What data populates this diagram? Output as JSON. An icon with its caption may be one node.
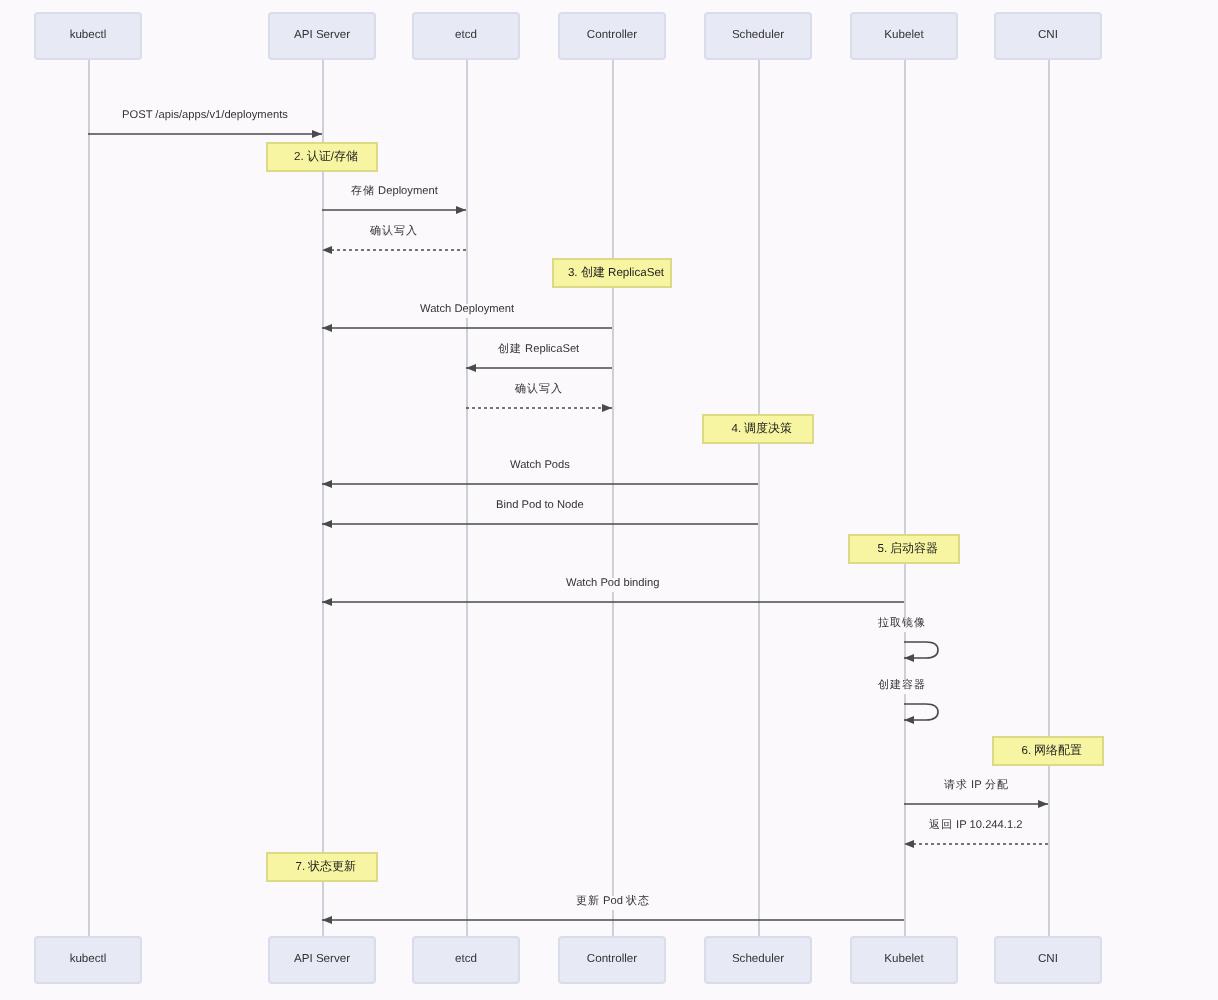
{
  "diagram": {
    "nodes": [
      {
        "text": [
          "kubectl"
        ]
      },
      {
        "text": [
          "API Server"
        ]
      },
      {
        "text": [
          "etcd"
        ]
      },
      {
        "text": [
          "Controller"
        ]
      },
      {
        "text": [
          "Scheduler"
        ]
      },
      {
        "text": [
          "Kubelet"
        ]
      },
      {
        "text": [
          "CNI"
        ]
      },
      {
        "text": [],
        "shape": "line"
      },
      {
        "text": [],
        "shape": "line"
      },
      {
        "text": [],
        "shape": "line"
      },
      {
        "text": [],
        "shape": "line"
      },
      {
        "text": [],
        "shape": "line"
      },
      {
        "text": [],
        "shape": "line"
      },
      {
        "text": [],
        "shape": "line"
      },
      {
        "text": [
          "2. 认证/存储"
        ]
      },
      {
        "text": [
          "3. 创建 ReplicaSet"
        ]
      },
      {
        "text": [
          "4. 调度决策"
        ]
      },
      {
        "text": [
          "5. 启动容器"
        ]
      },
      {
        "text": [
          "6. 网络配置"
        ]
      },
      {
        "text": [
          "7. 状态更新"
        ]
      },
      {
        "text": [
          "kubectl"
        ]
      },
      {
        "text": [
          "API Server"
        ]
      },
      {
        "text": [
          "etcd"
        ]
      },
      {
        "text": [
          "Controller"
        ]
      },
      {
        "text": [
          "Scheduler"
        ]
      },
      {
        "text": [
          "Kubelet"
        ]
      },
      {
        "text": [
          "CNI"
        ]
      }
    ],
    "edges": [
      {
        "from": 7,
        "to": 8,
        "arrow": "to",
        "label": "POST /apis/apps/v1/deployments"
      },
      {
        "from": 8,
        "to": 9,
        "arrow": "to",
        "label": "存储 Deployment"
      },
      {
        "from": 9,
        "to": 8,
        "arrow": "to",
        "label": "确认写入",
        "style": "dashed"
      },
      {
        "from": 10,
        "to": 8,
        "arrow": "to",
        "label": "Watch Deployment"
      },
      {
        "from": 10,
        "to": 9,
        "arrow": "to",
        "label": "创建 ReplicaSet"
      },
      {
        "from": 9,
        "to": 10,
        "arrow": "to",
        "label": "确认写入",
        "style": "dashed"
      },
      {
        "from": 11,
        "to": 8,
        "arrow": "to",
        "label": "Watch Pods"
      },
      {
        "from": 11,
        "to": 8,
        "arrow": "to",
        "label": "Bind Pod to Node"
      },
      {
        "from": 12,
        "to": 8,
        "arrow": "to",
        "label": "Watch Pod binding"
      },
      {
        "from": 12,
        "to": 12,
        "arrow": "to",
        "label": "拉取镜像"
      },
      {
        "from": 12,
        "to": 12,
        "arrow": "to",
        "label": "创建容器"
      },
      {
        "from": 12,
        "to": 13,
        "arrow": "to",
        "label": "请求 IP 分配"
      },
      {
        "from": 13,
        "to": 12,
        "arrow": "to",
        "label": "返回 IP 10.244.1.2",
        "style": "dashed"
      },
      {
        "from": 12,
        "to": 8,
        "arrow": "to",
        "label": "更新 Pod 状态"
      }
    ]
  }
}
